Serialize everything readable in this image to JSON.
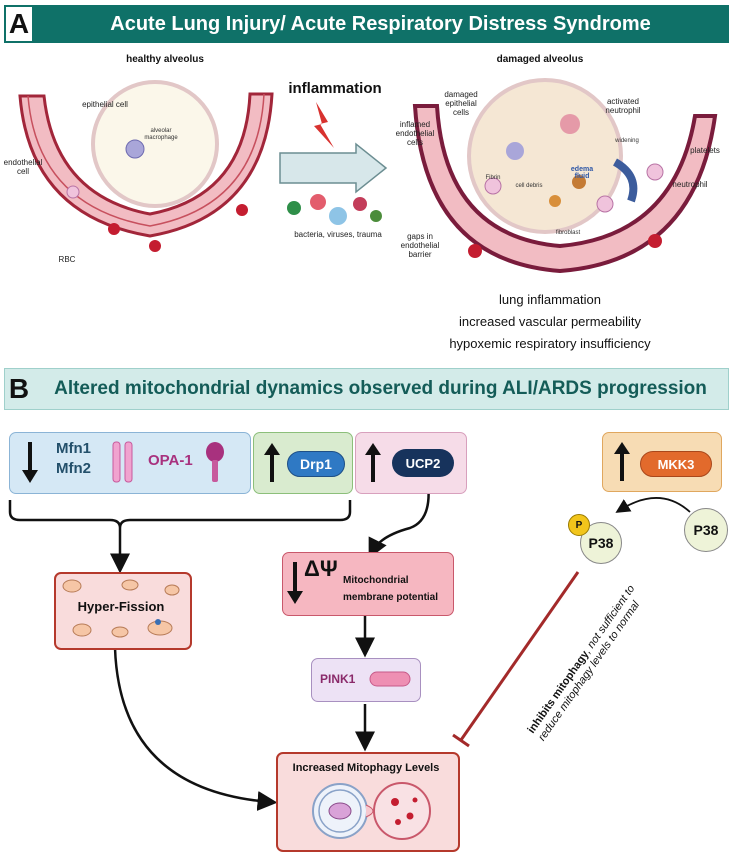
{
  "panel_a": {
    "letter": "A",
    "title": "Acute Lung Injury/ Acute Respiratory Distress Syndrome",
    "healthy_title": "healthy alveolus",
    "damaged_title": "damaged alveolus",
    "inflammation": "inflammation",
    "causes": "bacteria, viruses, trauma",
    "healthy_labels": {
      "epithelial": "epithelial cell",
      "macrophage": "alveolar macrophage",
      "endothelial": "endothelial cell",
      "rbc": "RBC"
    },
    "damaged_labels": {
      "damaged_epithelial": "damaged epithelial cells",
      "activated_neutrophil": "activated neutrophil",
      "inflamed_endothelial": "inflamed endothelial cells",
      "widening": "widening",
      "platelets": "platelets",
      "edema": "edema fluid",
      "fibrin": "Fibrin",
      "cell_debris": "cell debris",
      "neutrophil": "neutrophil",
      "fibroblast": "fibroblast",
      "gaps": "gaps in endothelial barrier"
    },
    "outcomes": [
      "lung inflammation",
      "increased vascular permeability",
      "hypoxemic respiratory insufficiency"
    ]
  },
  "panel_b": {
    "letter": "B",
    "title": "Altered mitochondrial dynamics observed during ALI/ARDS progression",
    "mfn1": "Mfn1",
    "mfn2": "Mfn2",
    "opa1": "OPA-1",
    "drp1": "Drp1",
    "ucp2": "UCP2",
    "mkk3": "MKK3",
    "p": "P",
    "p38_phospho": "P38",
    "p38": "P38",
    "hyper_fission": "Hyper-Fission",
    "delta_psi": "ΔΨ",
    "mmp_line1": "Mitochondrial",
    "mmp_line2": "membrane potential",
    "pink1": "PINK1",
    "mitophagy": "Increased Mitophagy Levels",
    "inhibit_bold": "inhibits mitophagy",
    "inhibit_rest1": ", not sufficient to",
    "inhibit_rest2": "reduce mitophagy levels to normal"
  },
  "colors": {
    "banner_a": "#0f7168",
    "banner_b_bg": "#d3ebe9",
    "banner_b_text": "#145c58",
    "blue_box": "#d5e8f5",
    "green_box": "#d9ebcf",
    "pink_box": "#f6dce8",
    "orange_box": "#f7dcb4",
    "drp1_pill": "#2f79c4",
    "ucp2_pill": "#17335c",
    "mkk3_pill": "#e26a2c",
    "opa1": "#a8317e",
    "fission_border": "#b5392c",
    "mmp_box": "#f6b7c1",
    "pink1_box": "#ede2f5",
    "inhibit_line": "#a32a2a"
  }
}
